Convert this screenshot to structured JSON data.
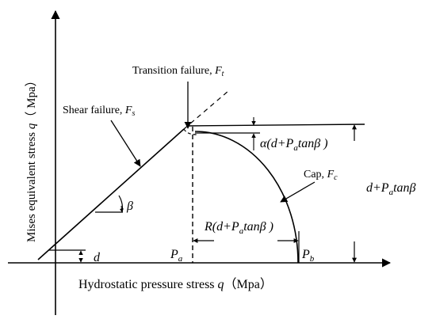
{
  "labels": {
    "transition_prefix": "Transition failure, ",
    "transition_var": "F",
    "transition_sub": "t",
    "shear_prefix": "Shear failure, ",
    "shear_var": "F",
    "shear_sub": "s",
    "cap_prefix": "Cap, ",
    "cap_var": "F",
    "cap_sub": "c",
    "beta": "β",
    "d": "d",
    "pa_var": "P",
    "pa_sub": "a",
    "pb_var": "P",
    "pb_sub": "b",
    "alpha_expr_pre": "α(d+",
    "alpha_expr_P": "P",
    "alpha_expr_sub": "a",
    "alpha_expr_post": "tanβ )",
    "r_expr_pre": "R(d+",
    "r_expr_P": "P",
    "r_expr_sub": "a",
    "r_expr_post": "tanβ )",
    "dpa_pre": "d+",
    "dpa_P": "P",
    "dpa_sub": "a",
    "dpa_post": "tanβ",
    "y_axis_pre": "Mises equivalent stress ",
    "y_axis_var": "q",
    "y_axis_post": "（ Mpa）",
    "x_axis_pre": "Hydrostatic pressure stress ",
    "x_axis_var": "q",
    "x_axis_post": "（Mpa）"
  },
  "colors": {
    "ink": "#000000",
    "background": "#ffffff"
  }
}
